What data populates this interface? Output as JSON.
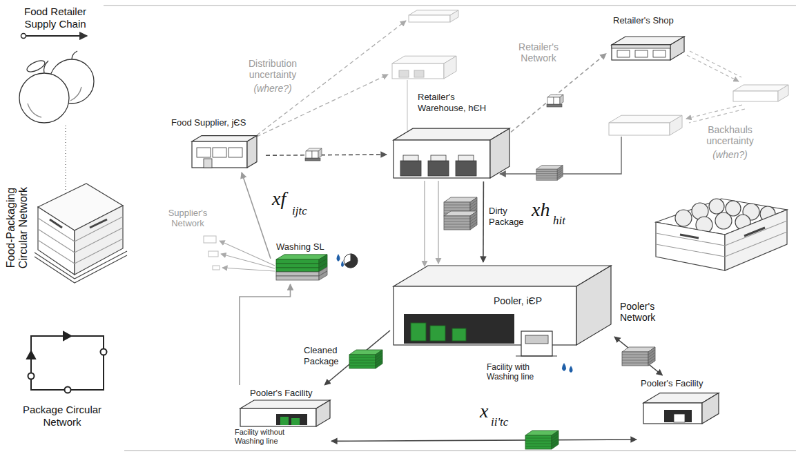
{
  "diagram": {
    "nodes": [
      {
        "text": [
          "Food Supplier, jЄS"
        ]
      },
      {
        "text": [
          "Retailer's Warehouse, hЄH"
        ]
      },
      {
        "text": [
          "Retailer's Shop"
        ]
      },
      {
        "text": [
          "Washing SL"
        ]
      },
      {
        "text": [
          "Pooler, iЄP",
          "Facility with Washing line"
        ]
      },
      {
        "text": [
          "Pooler's Facility",
          "Facility without Washing line"
        ]
      },
      {
        "text": [
          "Pooler's Facility"
        ]
      }
    ],
    "edges": [
      {
        "from": 0,
        "to": 1,
        "arrow": "to"
      },
      {
        "from": 1,
        "to": 4,
        "label": "Dirty Package",
        "arrow": "to"
      },
      {
        "from": 3,
        "to": 0,
        "arrow": "to"
      },
      {
        "from": 4,
        "to": 5,
        "label": "Cleaned Package",
        "arrow": "to"
      },
      {
        "from": 4,
        "to": 6,
        "arrow": "both"
      },
      {
        "from": 5,
        "to": 6,
        "arrow": "both"
      },
      {
        "from": 1,
        "to": 2,
        "arrow": "to"
      },
      {
        "from": 5,
        "to": 3,
        "arrow": "to"
      }
    ],
    "labels": [
      "Food Retailer Supply Chain",
      "Food-Packaging Circular Network",
      "Package Circular Network",
      "Retailer's Network",
      "Distribution uncertainty",
      "(where?)",
      "Backhauls uncertainty",
      "(when?)",
      "Supplier's Network",
      "xf",
      "ijtc",
      "xh",
      "hit",
      "x",
      "ii'tc",
      "Pooler's Network"
    ]
  }
}
